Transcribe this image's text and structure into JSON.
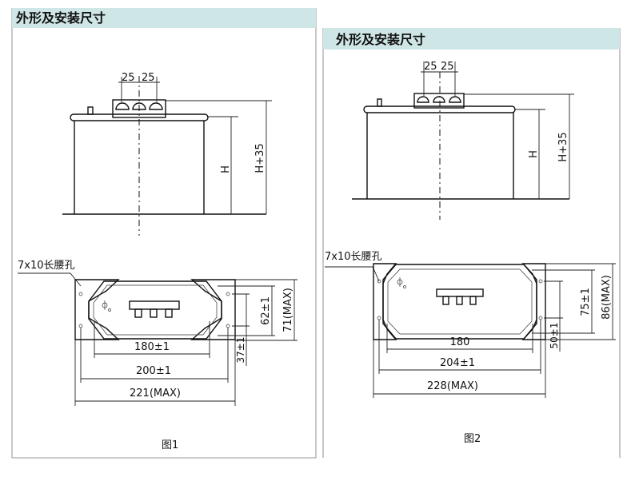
{
  "figure1": {
    "header": "外形及安装尺寸",
    "dims": {
      "terminal_spacing_left": "25",
      "terminal_spacing_right": "25",
      "height": "H",
      "height_plus": "H+35",
      "slot_label": "7x10长腰孔",
      "width_inner": "180±1",
      "width_mount": "200±1",
      "width_max": "221(MAX)",
      "depth_inner": "62±1",
      "depth_max": "71(MAX)",
      "depth_mount": "37±1"
    },
    "caption": "图1"
  },
  "figure2": {
    "header": "外形及安装尺寸",
    "dims": {
      "terminal_spacing_left": "25",
      "terminal_spacing_right": "25",
      "height": "H",
      "height_plus": "H+35",
      "slot_label": "7x10长腰孔",
      "width_inner": "180",
      "width_mount": "204±1",
      "width_max": "228(MAX)",
      "depth_inner": "75±1",
      "depth_max": "86(MAX)",
      "depth_mount": "50±1"
    },
    "caption": "图2"
  }
}
